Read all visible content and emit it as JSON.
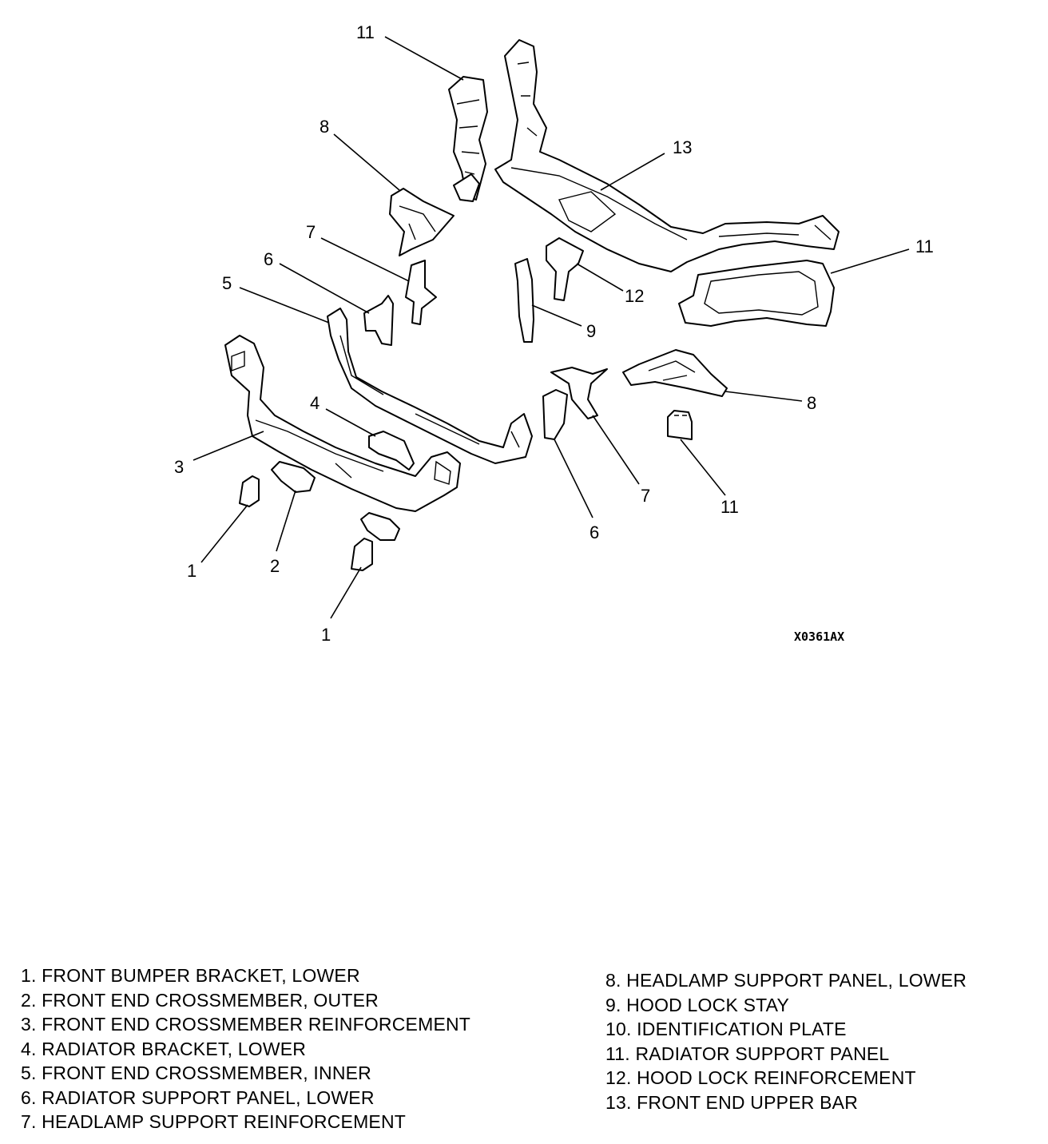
{
  "callouts": {
    "c11_top": "11",
    "c8_top": "8",
    "c13": "13",
    "c11_right": "11",
    "c7_top": "7",
    "c6_top": "6",
    "c5": "5",
    "c12": "12",
    "c9": "9",
    "c4": "4",
    "c8_right": "8",
    "c3": "3",
    "c7_bottom": "7",
    "c11_bottom": "11",
    "c6_bottom": "6",
    "c1_left": "1",
    "c2": "2",
    "c1_bottom": "1"
  },
  "figure_code": "X0361AX",
  "legend_left": [
    "1. FRONT BUMPER BRACKET, LOWER",
    "2. FRONT END CROSSMEMBER, OUTER",
    "3. FRONT END CROSSMEMBER REINFORCEMENT",
    "4. RADIATOR BRACKET, LOWER",
    "5. FRONT END CROSSMEMBER, INNER",
    "6. RADIATOR SUPPORT PANEL, LOWER",
    "7. HEADLAMP SUPPORT REINFORCEMENT"
  ],
  "legend_right": [
    "8. HEADLAMP SUPPORT PANEL, LOWER",
    "9. HOOD LOCK STAY",
    "10. IDENTIFICATION PLATE",
    "11. RADIATOR SUPPORT PANEL",
    "12. HOOD LOCK REINFORCEMENT",
    "13. FRONT END UPPER BAR"
  ]
}
